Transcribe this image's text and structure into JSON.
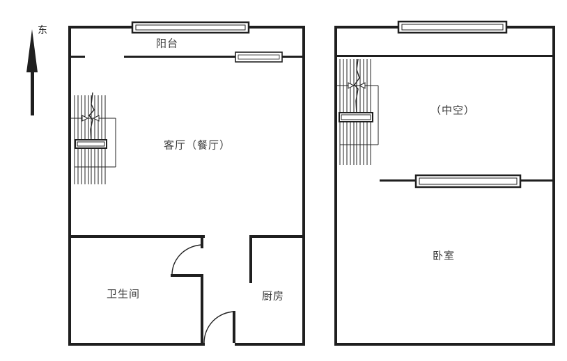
{
  "compass": {
    "direction_label": "东"
  },
  "plans": [
    {
      "id": "lower-level",
      "rooms": {
        "balcony": "阳台",
        "living_dining": "客厅（餐厅）",
        "bathroom": "卫生间",
        "kitchen": "厨房"
      }
    },
    {
      "id": "upper-level",
      "rooms": {
        "void": "（中空）",
        "bedroom": "卧室"
      }
    }
  ],
  "colors": {
    "wall_line": "#1f1f1f",
    "thin_line": "#222222",
    "background": "#ffffff",
    "text": "#3a3a3a"
  }
}
